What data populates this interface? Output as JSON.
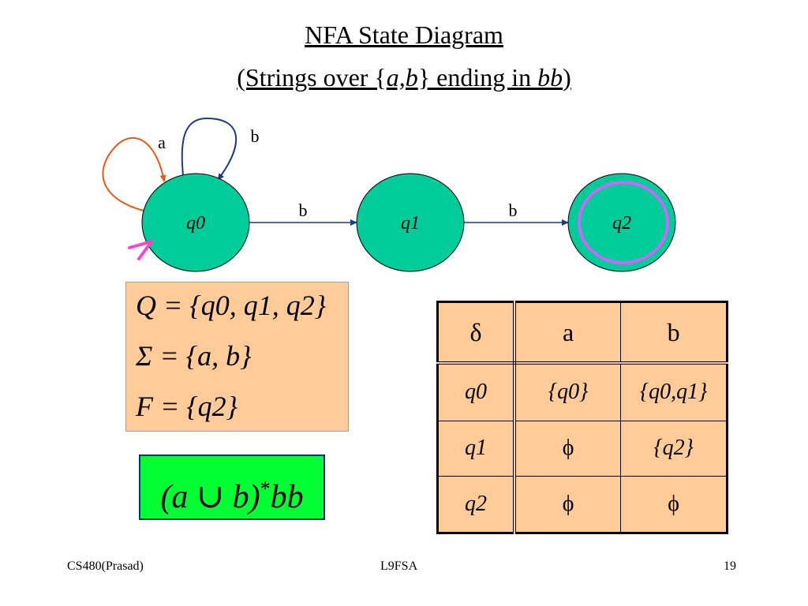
{
  "title": {
    "line1": "NFA State Diagram",
    "line2_prefix": "(Strings over {",
    "line2_alphabet": "a,b",
    "line2_middle": "} ending in ",
    "line2_suffix_italic": "bb",
    "line2_close": ")"
  },
  "diagram": {
    "states": [
      "q0",
      "q1",
      "q2"
    ],
    "loop_a_label": "a",
    "loop_b_label": "b",
    "edge_q0_q1_label": "b",
    "edge_q1_q2_label": "b",
    "colors": {
      "state_fill": "#00cc99",
      "accept_ring": "#cc66ff",
      "start_arrow": "#ff44cc",
      "loop_a": "#e85a1a",
      "loop_b": "#1a3a8a",
      "edge": "#1a3a8a"
    }
  },
  "sets": {
    "q_def": "Q = {q0, q1, q2}",
    "sigma_def": "Σ = {a, b}",
    "f_def": "F = {q2}"
  },
  "regex": {
    "text": "(a ∪ b)",
    "star": "*",
    "tail": "bb"
  },
  "table": {
    "header": [
      "δ",
      "a",
      "b"
    ],
    "rows": [
      [
        "q0",
        "{q0}",
        "{q0,q1}"
      ],
      [
        "q1",
        "ϕ",
        "{q2}"
      ],
      [
        "q2",
        "ϕ",
        "ϕ"
      ]
    ]
  },
  "footer": {
    "left": "CS480(Prasad)",
    "center": "L9FSA",
    "right": "19"
  }
}
